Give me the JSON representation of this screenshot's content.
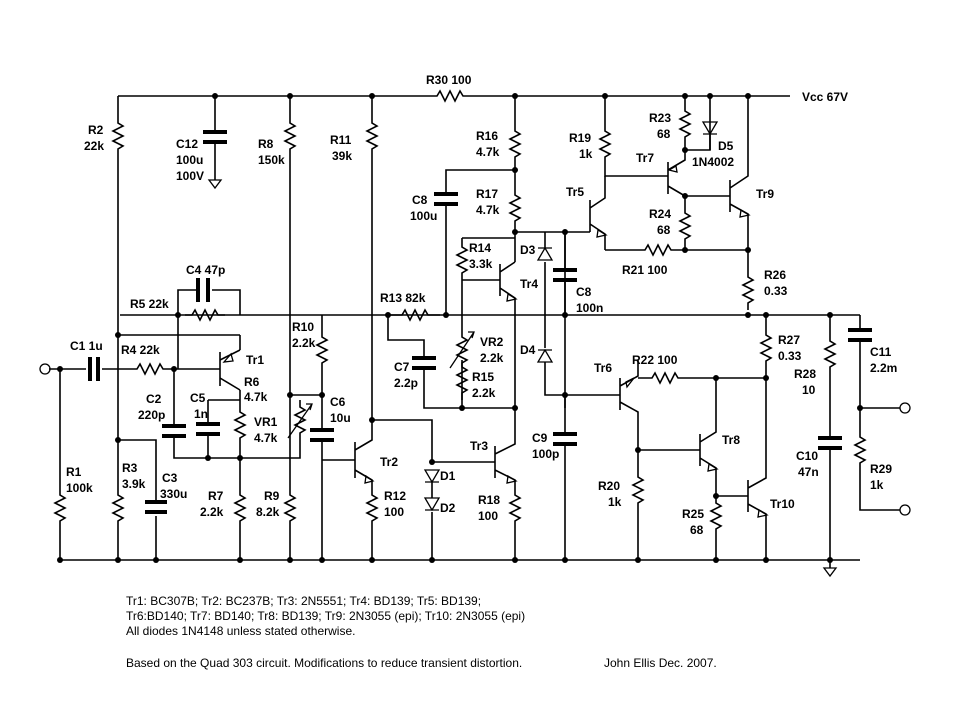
{
  "supply": {
    "label": "Vcc 67V"
  },
  "resistors": {
    "R1": {
      "name": "R1",
      "value": "100k"
    },
    "R2": {
      "name": "R2",
      "value": "22k"
    },
    "R3": {
      "name": "R3",
      "value": "3.9k"
    },
    "R4": {
      "name": "R4 22k",
      "value": ""
    },
    "R5": {
      "name": "R5 22k",
      "value": ""
    },
    "R6": {
      "name": "R6",
      "value": "4.7k"
    },
    "R7": {
      "name": "R7",
      "value": "2.2k"
    },
    "R8": {
      "name": "R8",
      "value": "150k"
    },
    "R9": {
      "name": "R9",
      "value": "8.2k"
    },
    "R10": {
      "name": "R10",
      "value": "2.2k"
    },
    "R11": {
      "name": "R11",
      "value": "39k"
    },
    "R12": {
      "name": "R12",
      "value": "100"
    },
    "R13": {
      "name": "R13 82k",
      "value": ""
    },
    "R14": {
      "name": "R14",
      "value": "3.3k"
    },
    "R15": {
      "name": "R15",
      "value": "2.2k"
    },
    "R16": {
      "name": "R16",
      "value": "4.7k"
    },
    "R17": {
      "name": "R17",
      "value": "4.7k"
    },
    "R18": {
      "name": "R18",
      "value": "100"
    },
    "R19": {
      "name": "R19",
      "value": "1k"
    },
    "R20": {
      "name": "R20",
      "value": "1k"
    },
    "R21": {
      "name": "R21 100",
      "value": ""
    },
    "R22": {
      "name": "R22 100",
      "value": ""
    },
    "R23": {
      "name": "R23",
      "value": "68"
    },
    "R24": {
      "name": "R24",
      "value": "68"
    },
    "R25": {
      "name": "R25",
      "value": "68"
    },
    "R26": {
      "name": "R26",
      "value": "0.33"
    },
    "R27": {
      "name": "R27",
      "value": "0.33"
    },
    "R28": {
      "name": "R28",
      "value": "10"
    },
    "R29": {
      "name": "R29",
      "value": "1k"
    },
    "R30": {
      "name": "R30 100",
      "value": ""
    }
  },
  "capacitors": {
    "C1": {
      "name": "C1 1u",
      "value": ""
    },
    "C2": {
      "name": "C2",
      "value": "220p"
    },
    "C3": {
      "name": "C3",
      "value": "330u"
    },
    "C4": {
      "name": "C4 47p",
      "value": ""
    },
    "C5": {
      "name": "C5",
      "value": "1n"
    },
    "C6": {
      "name": "C6",
      "value": "10u"
    },
    "C7": {
      "name": "C7",
      "value": "2.2p"
    },
    "C8a": {
      "name": "C8",
      "value": "100u"
    },
    "C8b": {
      "name": "C8",
      "value": "100n"
    },
    "C9": {
      "name": "C9",
      "value": "100p"
    },
    "C10": {
      "name": "C10",
      "value": "47n"
    },
    "C11": {
      "name": "C11",
      "value": "2.2m"
    },
    "C12": {
      "name": "C12",
      "value": "100u",
      "value2": "100V"
    }
  },
  "pots": {
    "VR1": {
      "name": "VR1",
      "value": "4.7k"
    },
    "VR2": {
      "name": "VR2",
      "value": "2.2k"
    }
  },
  "transistors": [
    "Tr1",
    "Tr2",
    "Tr3",
    "Tr4",
    "Tr5",
    "Tr6",
    "Tr7",
    "Tr8",
    "Tr9",
    "Tr10"
  ],
  "diodes": {
    "D1": "D1",
    "D2": "D2",
    "D3": "D3",
    "D4": "D4",
    "D5": "D5",
    "D5_type": "1N4002"
  },
  "notes": {
    "line1": "Tr1: BC307B; Tr2: BC237B; Tr3: 2N5551;  Tr4: BD139; Tr5: BD139;",
    "line2": "Tr6:BD140; Tr7: BD140; Tr8: BD139; Tr9: 2N3055 (epi); Tr10: 2N3055 (epi)",
    "line3": "All diodes 1N4148 unless stated otherwise.",
    "based_on": "Based on the Quad 303 circuit. Modifications to reduce transient distortion.",
    "author": "John Ellis Dec. 2007."
  }
}
